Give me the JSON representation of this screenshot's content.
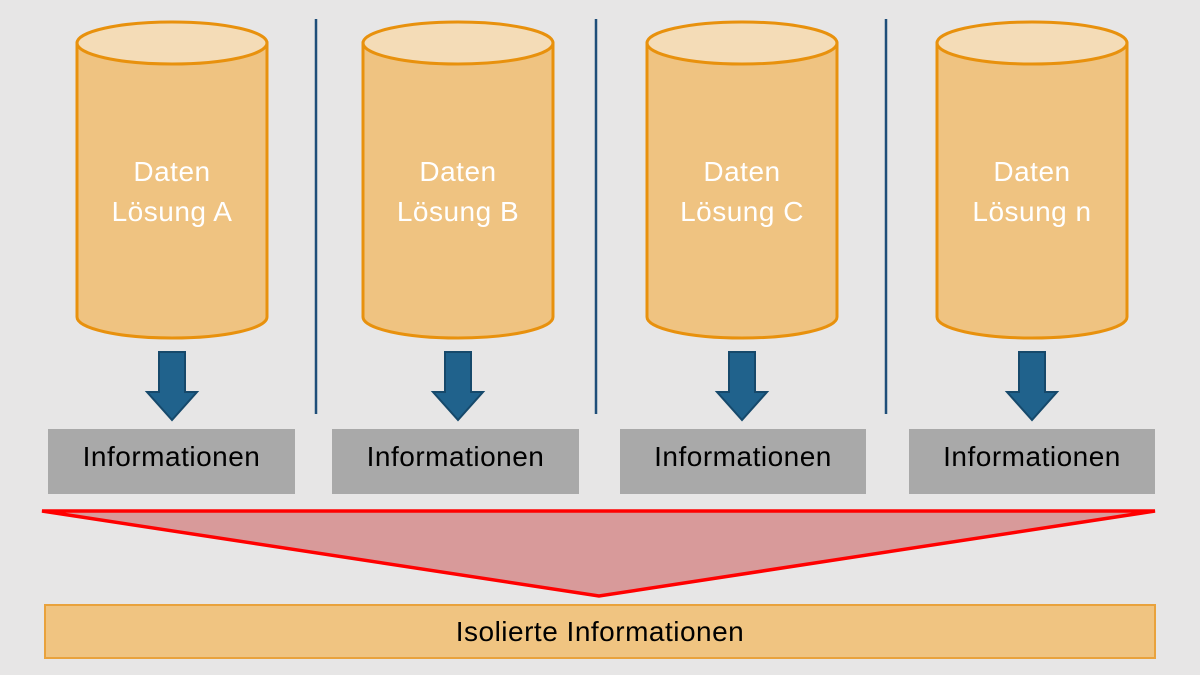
{
  "cylinders": [
    {
      "line1": "Daten",
      "line2": "Lösung A"
    },
    {
      "line1": "Daten",
      "line2": "Lösung B"
    },
    {
      "line1": "Daten",
      "line2": "Lösung C"
    },
    {
      "line1": "Daten",
      "line2": "Lösung n"
    }
  ],
  "info_boxes": [
    {
      "label": "Informationen"
    },
    {
      "label": "Informationen"
    },
    {
      "label": "Informationen"
    },
    {
      "label": "Informationen"
    }
  ],
  "funnel_bar": {
    "label": "Isolierte Informationen"
  },
  "colors": {
    "background": "#E7E6E6",
    "cylinder_fill": "#EFC381",
    "cylinder_top_fill": "#F4DCB7",
    "cylinder_border": "#E8910D",
    "separator_blue": "#1F4E79",
    "arrow_fill": "#20628C",
    "arrow_border": "#16496B",
    "info_box_fill": "#A9A9A9",
    "funnel_fill": "#D89A9A",
    "funnel_border": "#FF0000",
    "bar_fill": "#F0C481",
    "bar_border": "#E9A23C",
    "text_dark": "#000000",
    "text_light": "#FFFFFF"
  }
}
